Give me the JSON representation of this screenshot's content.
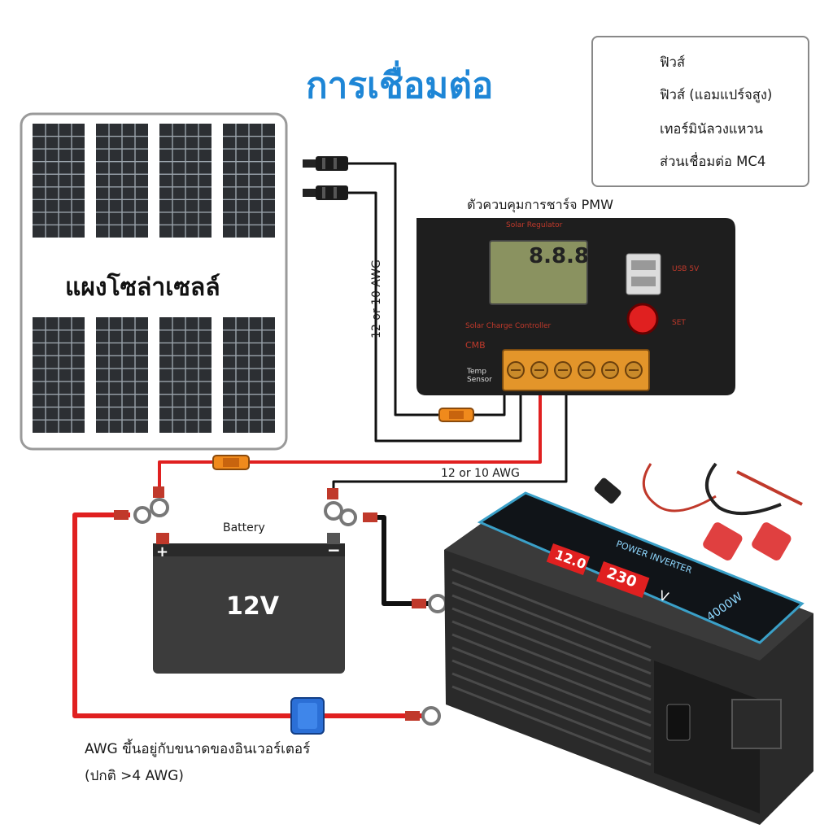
{
  "title": "การเชื่อมต่อ",
  "solar_panel": {
    "label": "แผงโซล่าเซลล์"
  },
  "legend": {
    "items": [
      {
        "label": "ฟิวส์",
        "icon": "fuse-icon",
        "color": "#f08a1c"
      },
      {
        "label": "ฟิวส์ (แอมแปร์จสูง)",
        "icon": "high-amp-fuse-icon",
        "color": "#2b6fd6"
      },
      {
        "label": "เทอร์มินัลวงแหวน",
        "icon": "ring-terminal-icon",
        "color": "#c0392b"
      },
      {
        "label": "ส่วนเชื่อมต่อ MC4",
        "icon": "mc4-connector-icon",
        "color": "#111111"
      }
    ]
  },
  "controller": {
    "label": "ตัวควบคุมการชาร์จ PMW",
    "brand_top": "Solar Regulator",
    "brand_bottom": "Solar Charge Controller",
    "model": "CMB",
    "usb": "USB 5V",
    "set": "SET",
    "temp": "Temp Sensor",
    "display": "8.8.8"
  },
  "wires": {
    "vertical_awg": "12 or 10 AWG",
    "horizontal_awg": "12 or 10 AWG",
    "positive_color": "#e02020",
    "negative_color": "#111111"
  },
  "battery": {
    "label": "Battery",
    "voltage": "12V",
    "plus": "+",
    "minus": "−"
  },
  "inverter": {
    "title": "POWER INVERTER",
    "power": "4000W",
    "display_in": "12.0",
    "display_out": "230",
    "unit": "V"
  },
  "note": {
    "line1": "AWG ขึ้นอยู่กับขนาดของอินเวอร์เตอร์",
    "line2": "(ปกติ >4 AWG)"
  }
}
